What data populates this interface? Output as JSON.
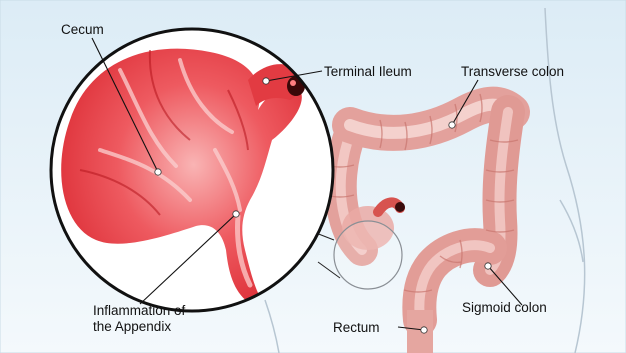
{
  "labels": {
    "cecum": "Cecum",
    "terminal_ileum": "Terminal Ileum",
    "transverse_colon": "Transverse colon",
    "inflammation_line1": "Inflammation of",
    "inflammation_line2": "the Appendix",
    "sigmoid_colon": "Sigmoid colon",
    "rectum": "Rectum"
  },
  "colors": {
    "background_top": "#dcecf6",
    "background_bottom": "#f2f8fc",
    "colon_fill": "#e9a7a2",
    "colon_highlight": "#f6d2cf",
    "inflamed_red": "#e5343c",
    "inflamed_light": "#f79597",
    "magnifier_border": "#111111"
  }
}
